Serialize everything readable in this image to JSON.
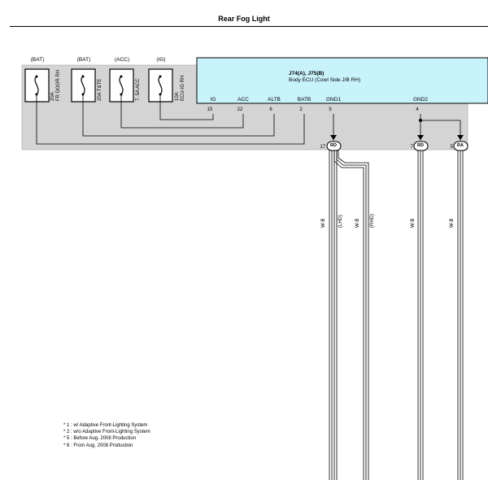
{
  "page_title": "Rear Fog Light",
  "fuses": [
    {
      "supply": "(BAT)",
      "rating": "20A",
      "name": "FR DOOR RH"
    },
    {
      "supply": "(BAT)",
      "rating": "20A T&TE",
      "name": ""
    },
    {
      "supply": "(ACC)",
      "rating": "7. 5A ACC",
      "name": ""
    },
    {
      "supply": "(IG)",
      "rating": "10A",
      "name": "ECU-IG RH"
    }
  ],
  "ecu": {
    "title": "J74(A), J75(B)",
    "subtitle": "Body ECU (Cowl Side J/B RH)",
    "pins": [
      {
        "name": "IG",
        "number": "15"
      },
      {
        "name": "ACC",
        "number": "22"
      },
      {
        "name": "ALTB",
        "number": "6"
      },
      {
        "name": "BATB",
        "number": "2"
      },
      {
        "name": "GND1",
        "number": "5"
      },
      {
        "name": "GND2",
        "number": "4"
      }
    ]
  },
  "connectors": [
    {
      "pin": "17",
      "ground": "RD"
    },
    {
      "pin": "7",
      "ground": "RD"
    },
    {
      "pin": "5",
      "ground": "RA"
    }
  ],
  "wire_labels": [
    "W-B",
    "(LHD)",
    "W-B",
    "(RHD)",
    "W-B",
    "W-B"
  ],
  "notes": [
    "* 1 : w/ Adaptive Front-Lighting System",
    "* 2 : w/o Adaptive Front-Lighting System",
    "* 5 : Before Aug.  2008 Production",
    "* 6 : From Aug.  2008 Production"
  ],
  "colors": {
    "ecu_fill": "#c9f3fb",
    "panel_fill": "#d4d4d4",
    "line": "#000000"
  }
}
